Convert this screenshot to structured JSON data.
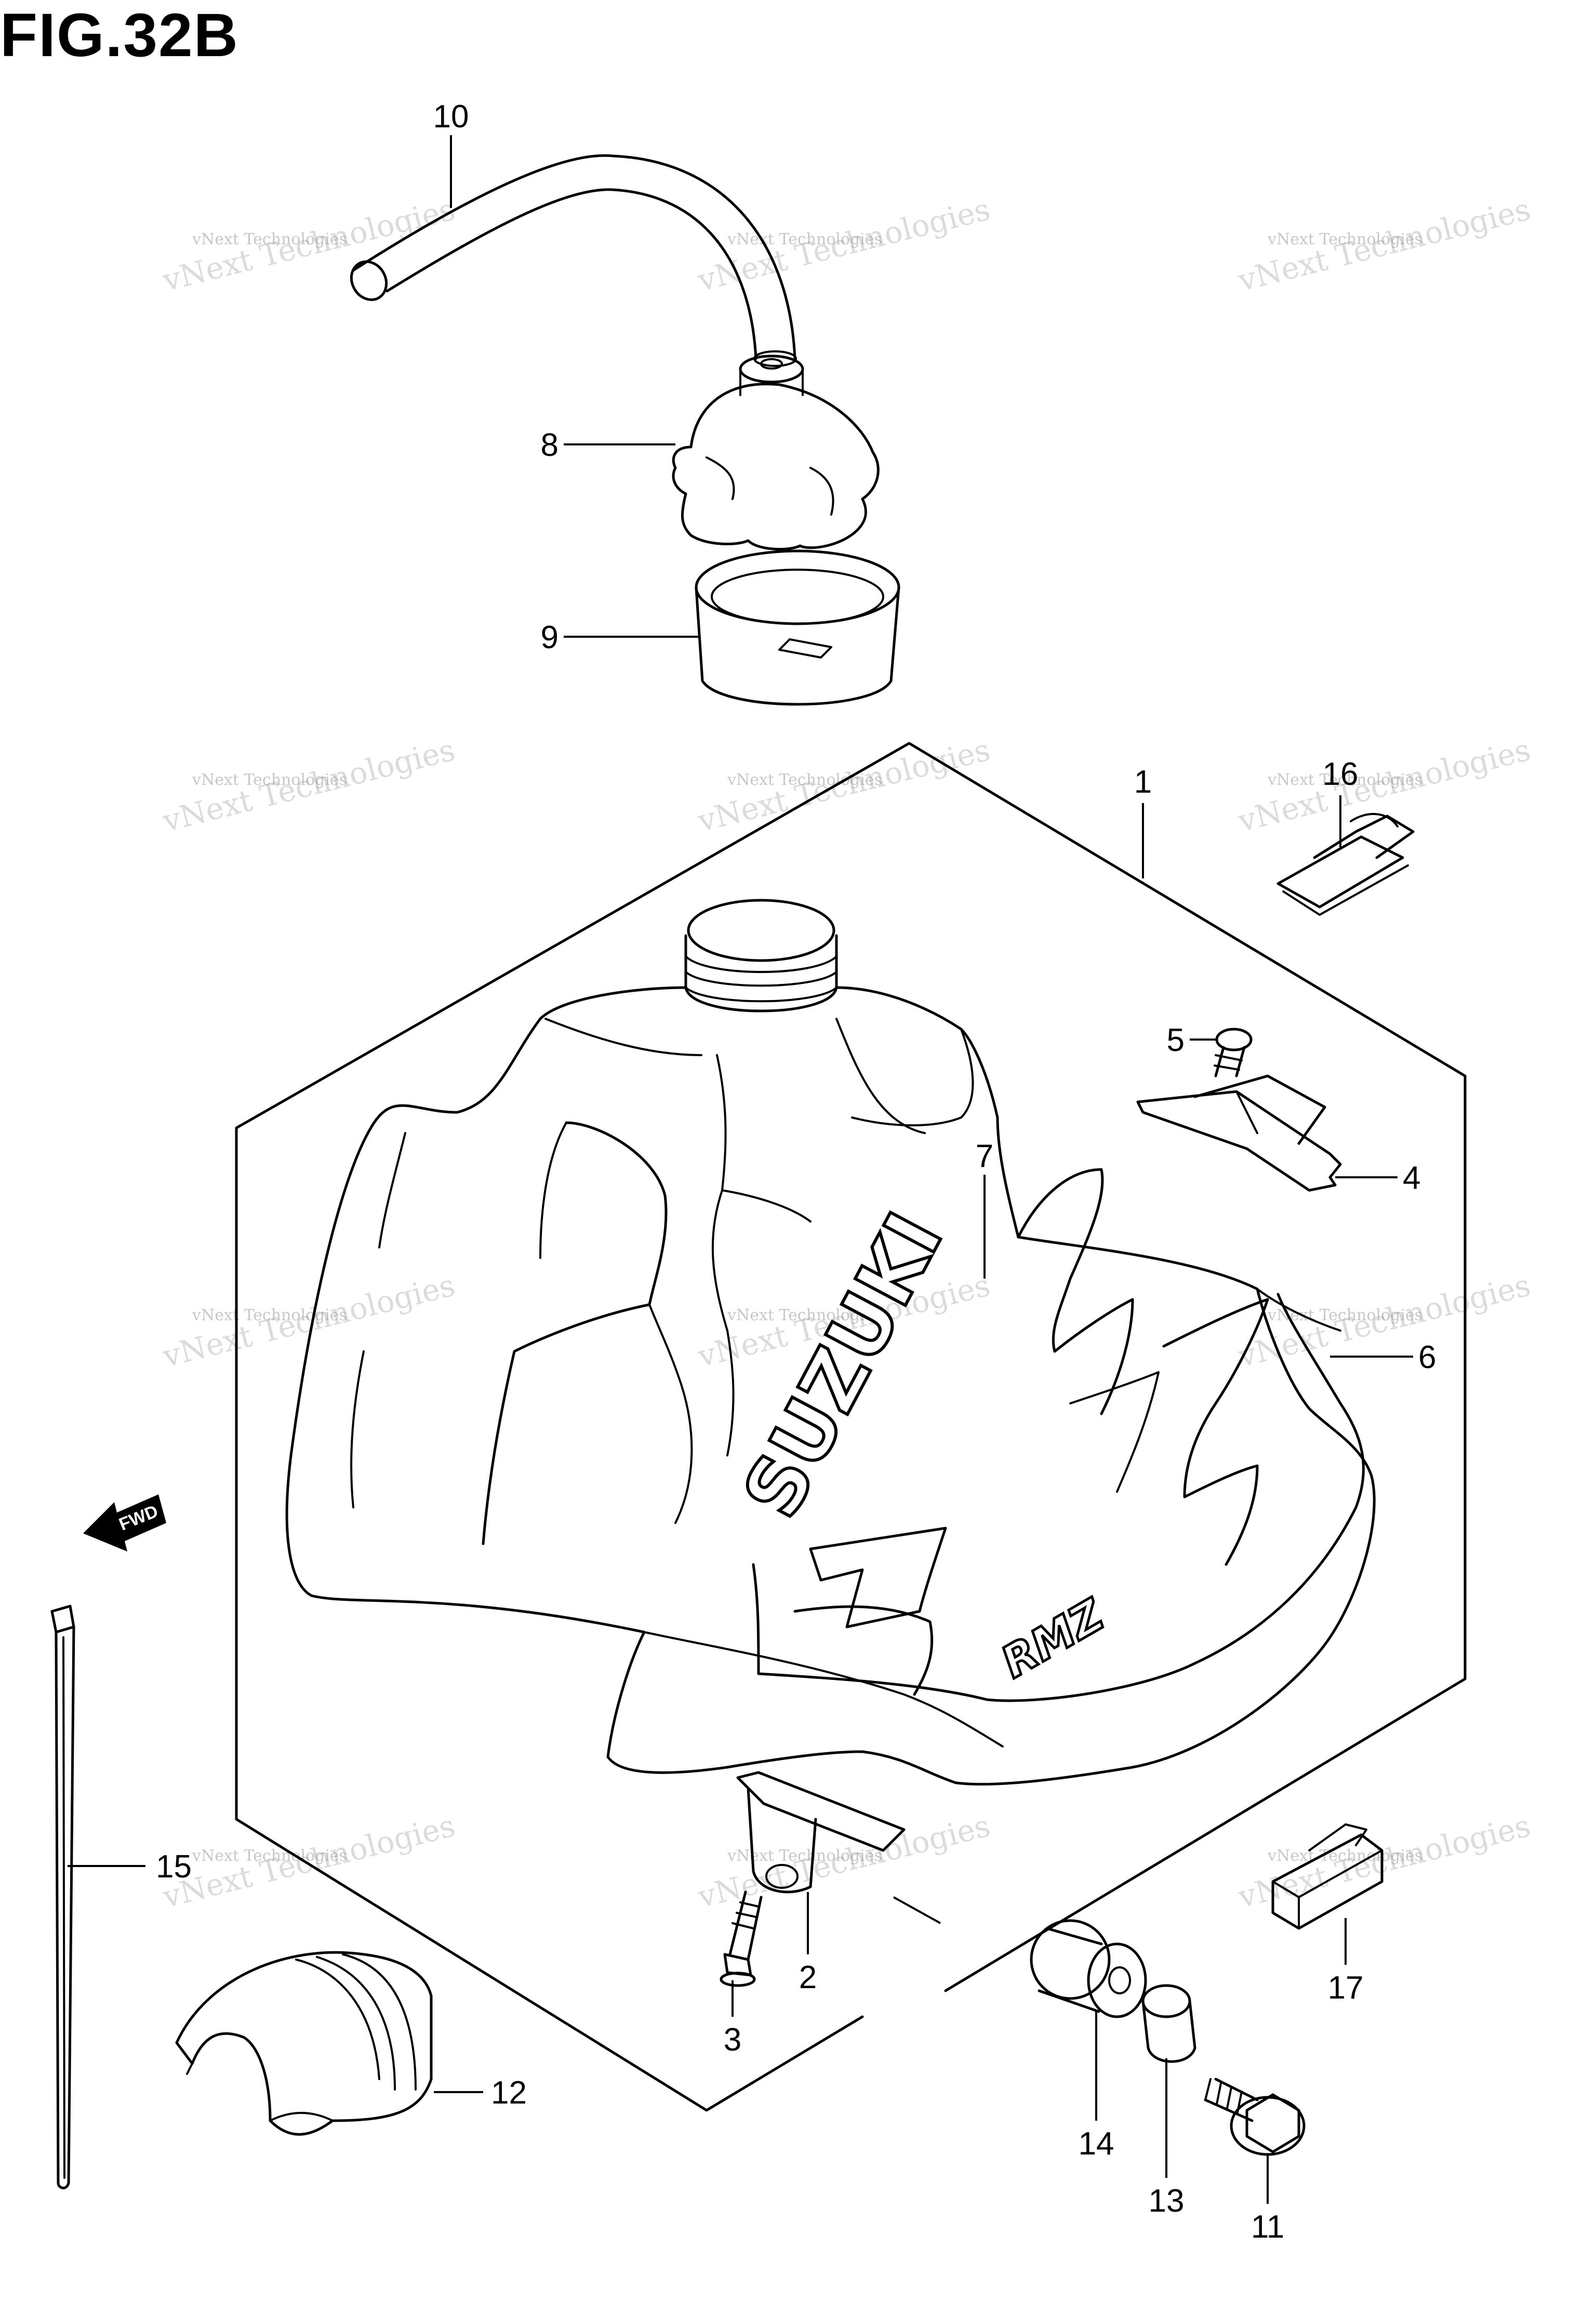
{
  "figure": {
    "title": "FIG.32B"
  },
  "watermark": {
    "line1": "vNext Technologies",
    "line2": "vNext Technologies"
  },
  "tank_brand": "SUZUKI",
  "tank_model": "RMZ",
  "fwd_label": "FWD",
  "callouts": [
    {
      "id": "10",
      "label": "10"
    },
    {
      "id": "8",
      "label": "8"
    },
    {
      "id": "9",
      "label": "9"
    },
    {
      "id": "1",
      "label": "1"
    },
    {
      "id": "16",
      "label": "16"
    },
    {
      "id": "5",
      "label": "5"
    },
    {
      "id": "4",
      "label": "4"
    },
    {
      "id": "7",
      "label": "7"
    },
    {
      "id": "6",
      "label": "6"
    },
    {
      "id": "15",
      "label": "15"
    },
    {
      "id": "2",
      "label": "2"
    },
    {
      "id": "3",
      "label": "3"
    },
    {
      "id": "17",
      "label": "17"
    },
    {
      "id": "12",
      "label": "12"
    },
    {
      "id": "14",
      "label": "14"
    },
    {
      "id": "13",
      "label": "13"
    },
    {
      "id": "11",
      "label": "11"
    }
  ]
}
